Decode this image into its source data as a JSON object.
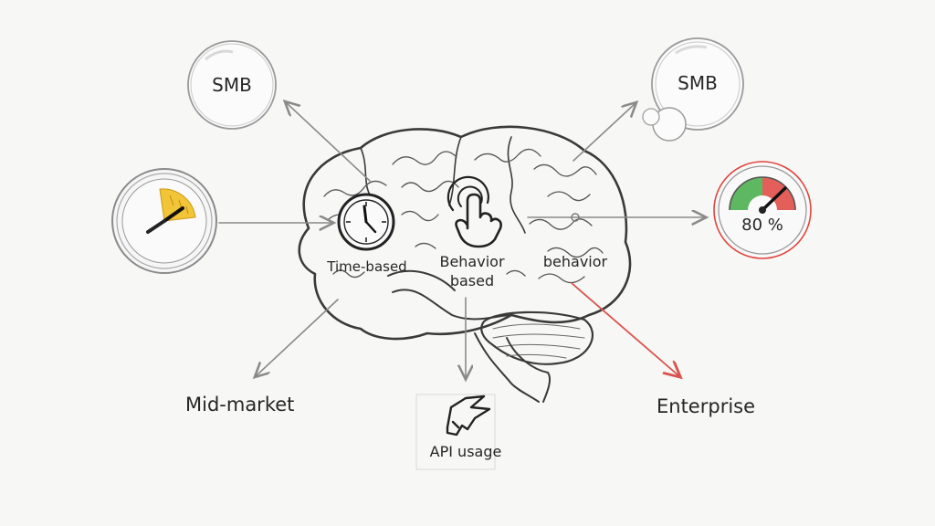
{
  "colors": {
    "ink": "#3a3a3a",
    "arrow_gray": "#8a8a8a",
    "arrow_red": "#d9534f",
    "gauge_yellow": "#f2c438",
    "gauge_green": "#4caf50",
    "gauge_red": "#e0443e"
  },
  "icons": {
    "left_gauge": "gauge-icon",
    "clock": "clock-icon",
    "touch": "tap-gesture-icon",
    "right_gauge": "gauge-icon",
    "api": "api-hand-icon"
  },
  "labels": {
    "smb_left": "SMB",
    "smb_right": "SMB",
    "time_based": "Time-based",
    "behavior_based_line1": "Behavior",
    "behavior_based_line2": "based",
    "behavior": "behavior",
    "gauge_value": "80 %",
    "mid_market": "Mid-market",
    "api_usage": "API usage",
    "enterprise": "Enterprise"
  },
  "gauge": {
    "right_fill_percent": 80
  }
}
